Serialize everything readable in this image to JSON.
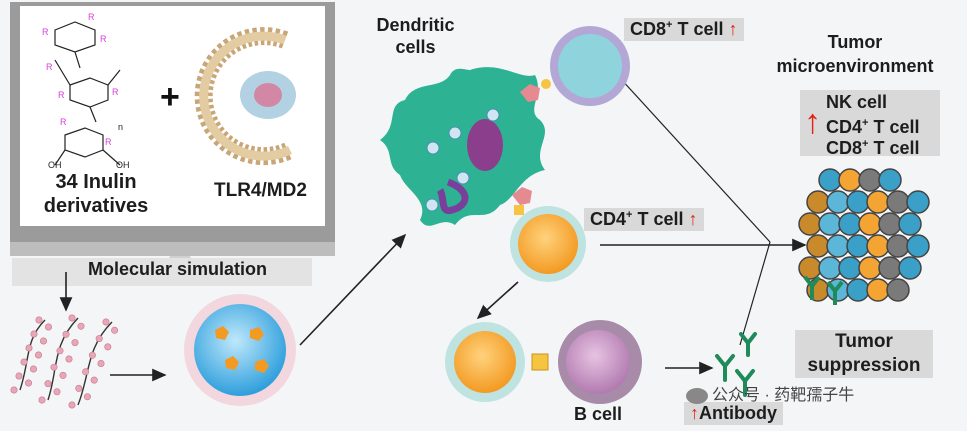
{
  "monitor": {
    "compound_label_line1": "34 Inulin",
    "compound_label_line2": "derivatives",
    "receptor_label": "TLR4/MD2",
    "plus": "+",
    "glyco_marks": [
      "R",
      "R",
      "R",
      "R",
      "R",
      "R",
      "R",
      "R",
      "n"
    ],
    "glyco_oh": [
      "OH",
      "OH"
    ]
  },
  "simulation_label": "Molecular simulation",
  "dendritic": {
    "line1": "Dendritic",
    "line2": "cells"
  },
  "cd8": {
    "prefix": "CD8",
    "sup": "+",
    "suffix": " T cell",
    "arrow": "↑"
  },
  "cd4": {
    "prefix": "CD4",
    "sup": "+",
    "suffix": " T cell",
    "arrow": "↑"
  },
  "bcell_label": "B cell",
  "antibody": {
    "arrow": "↑",
    "label": "Antibody"
  },
  "tumor_env": {
    "title_line1": "Tumor",
    "title_line2": "microenvironment",
    "items": [
      {
        "prefix": "NK",
        "sup": "",
        "suffix": " cell"
      },
      {
        "prefix": "CD4",
        "sup": "+",
        "suffix": " T cell"
      },
      {
        "prefix": "CD8",
        "sup": "+",
        "suffix": " T cell"
      }
    ],
    "arrow": "↑"
  },
  "suppression": {
    "line1": "Tumor",
    "line2": "suppression"
  },
  "watermark": "公众号 · 药靶孺子牛",
  "colors": {
    "dc_green": "#2db394",
    "t_orange": "#f7a635",
    "cd8_blue": "#8ad0dc",
    "b_purple": "#c99ac4",
    "red_up": "#e2231a",
    "nano_blue": "#3aa9e0"
  }
}
